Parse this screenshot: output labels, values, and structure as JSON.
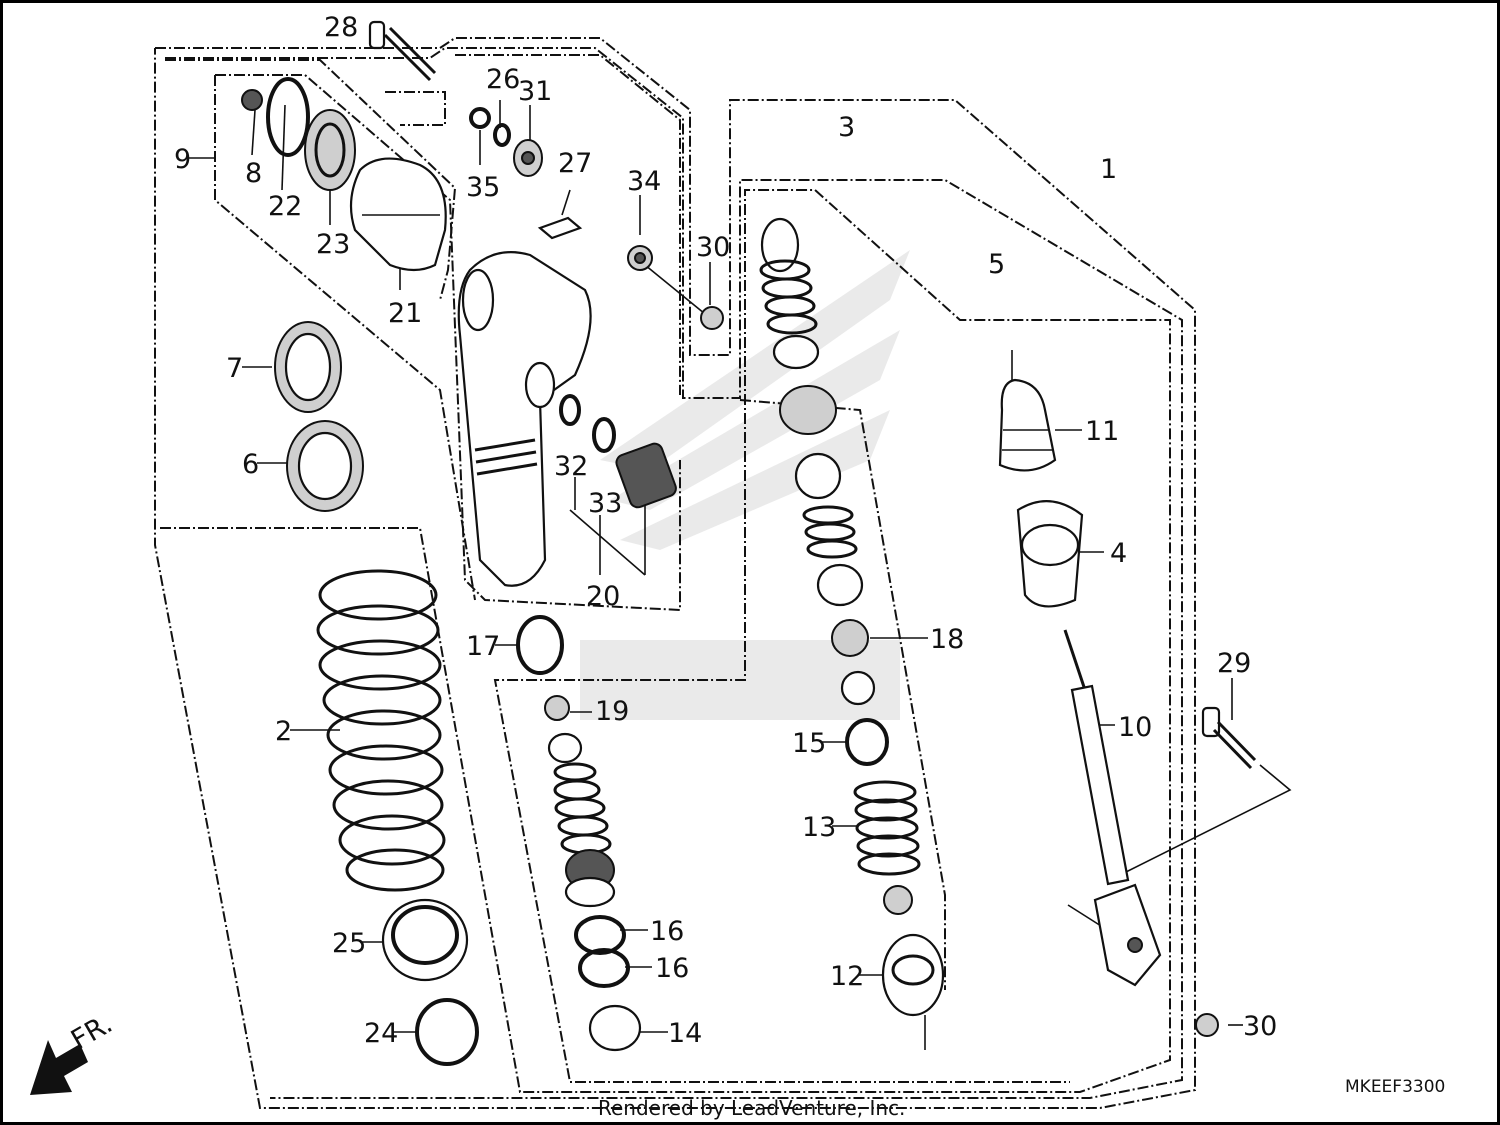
{
  "diagram": {
    "code": "MKEEF3300",
    "credit": "Rendered by LeadVenture, Inc.",
    "direction_label": "FR.",
    "callouts": [
      {
        "id": "p1",
        "text": "1"
      },
      {
        "id": "p2",
        "text": "2"
      },
      {
        "id": "p3",
        "text": "3"
      },
      {
        "id": "p4",
        "text": "4"
      },
      {
        "id": "p5",
        "text": "5"
      },
      {
        "id": "p6",
        "text": "6"
      },
      {
        "id": "p7",
        "text": "7"
      },
      {
        "id": "p8",
        "text": "8"
      },
      {
        "id": "p9",
        "text": "9"
      },
      {
        "id": "p10",
        "text": "10"
      },
      {
        "id": "p11",
        "text": "11"
      },
      {
        "id": "p12",
        "text": "12"
      },
      {
        "id": "p13",
        "text": "13"
      },
      {
        "id": "p14",
        "text": "14"
      },
      {
        "id": "p15",
        "text": "15"
      },
      {
        "id": "p16a",
        "text": "16"
      },
      {
        "id": "p16b",
        "text": "16"
      },
      {
        "id": "p17",
        "text": "17"
      },
      {
        "id": "p18",
        "text": "18"
      },
      {
        "id": "p19",
        "text": "19"
      },
      {
        "id": "p20",
        "text": "20"
      },
      {
        "id": "p21",
        "text": "21"
      },
      {
        "id": "p22",
        "text": "22"
      },
      {
        "id": "p23",
        "text": "23"
      },
      {
        "id": "p24",
        "text": "24"
      },
      {
        "id": "p25",
        "text": "25"
      },
      {
        "id": "p26",
        "text": "26"
      },
      {
        "id": "p27",
        "text": "27"
      },
      {
        "id": "p28",
        "text": "28"
      },
      {
        "id": "p29",
        "text": "29"
      },
      {
        "id": "p30a",
        "text": "30"
      },
      {
        "id": "p30b",
        "text": "30"
      },
      {
        "id": "p31",
        "text": "31"
      },
      {
        "id": "p32",
        "text": "32"
      },
      {
        "id": "p33",
        "text": "33"
      },
      {
        "id": "p34",
        "text": "34"
      },
      {
        "id": "p35",
        "text": "35"
      }
    ]
  }
}
